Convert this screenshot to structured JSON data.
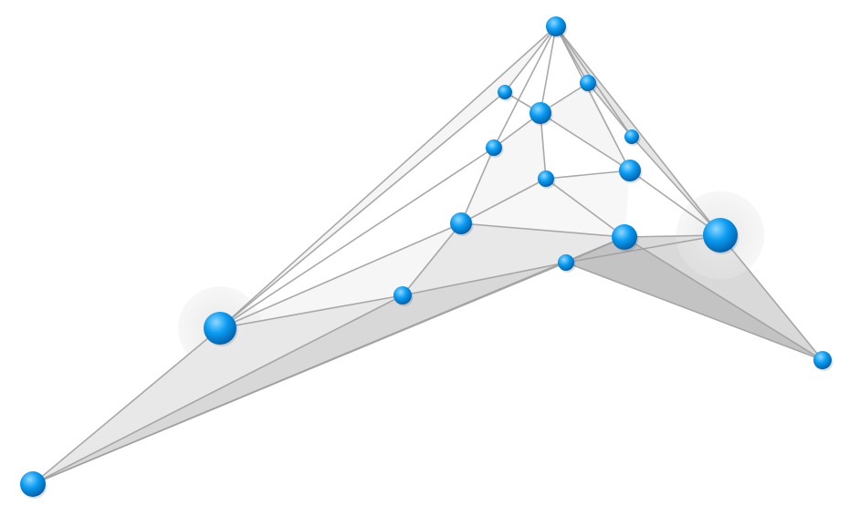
{
  "graph": {
    "colors": {
      "node": "#0a9cf2",
      "node_highlight": "#8fd8ff",
      "node_shadow": "#0357a0",
      "edge": "#a0a0a0",
      "face_light": "#f2f2f2",
      "face_mid": "#dedede",
      "face_dark": "#b8b8b8",
      "halo": "#e9e9e9"
    },
    "nodes": [
      {
        "id": "n1",
        "r": 11,
        "halo": false
      },
      {
        "id": "n2",
        "r": 8,
        "halo": false
      },
      {
        "id": "n3",
        "r": 12,
        "halo": false
      },
      {
        "id": "n4",
        "r": 9,
        "halo": false
      },
      {
        "id": "n5",
        "r": 8,
        "halo": false
      },
      {
        "id": "n6",
        "r": 9,
        "halo": false
      },
      {
        "id": "n7",
        "r": 9,
        "halo": false
      },
      {
        "id": "n8",
        "r": 12,
        "halo": false
      },
      {
        "id": "n9",
        "r": 12,
        "halo": false
      },
      {
        "id": "n10",
        "r": 14,
        "halo": false
      },
      {
        "id": "n11",
        "r": 19,
        "halo": true
      },
      {
        "id": "n12",
        "r": 9,
        "halo": false
      },
      {
        "id": "n13",
        "r": 10,
        "halo": false
      },
      {
        "id": "n14",
        "r": 18,
        "halo": true
      },
      {
        "id": "n15",
        "r": 10,
        "halo": false
      },
      {
        "id": "n16",
        "r": 14,
        "halo": false
      }
    ]
  }
}
